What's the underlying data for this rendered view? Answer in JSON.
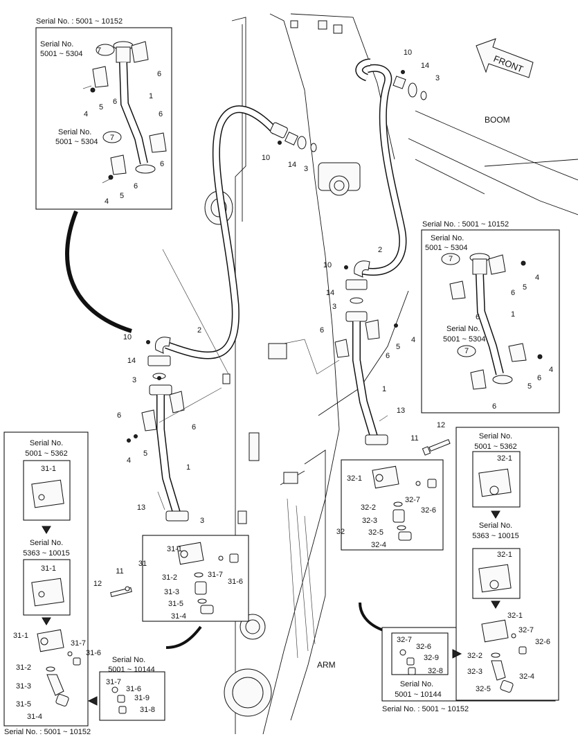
{
  "serial": {
    "top_left": "Serial No. : 5001 ~ 10152",
    "mid_right": "Serial No. : 5001 ~ 10152",
    "bottom_left": "Serial No. : 5001 ~ 10152",
    "bottom_right": "Serial No. : 5001 ~ 10152",
    "inset_a_line1": "Serial No.",
    "inset_a_line2": "5001 ~ 5304",
    "range_5362_line1": "Serial No.",
    "range_5362_line2": "5001 ~ 5362",
    "range_10015_line1": "Serial No.",
    "range_10015_line2": "5363 ~ 10015",
    "range_10144_line1": "Serial No.",
    "range_10144_line2": "5001 ~ 10144"
  },
  "labels": {
    "front": "FRONT",
    "boom": "BOOM",
    "arm": "ARM"
  },
  "parts": {
    "p1": "1",
    "p2": "2",
    "p3": "3",
    "p4": "4",
    "p5": "5",
    "p6": "6",
    "p7": "7",
    "p10": "10",
    "p11": "11",
    "p12": "12",
    "p13": "13",
    "p14": "14",
    "p31": "31",
    "p31_1": "31-1",
    "p31_2": "31-2",
    "p31_3": "31-3",
    "p31_4": "31-4",
    "p31_5": "31-5",
    "p31_6": "31-6",
    "p31_7": "31-7",
    "p31_8": "31-8",
    "p31_9": "31-9",
    "p32": "32",
    "p32_1": "32-1",
    "p32_2": "32-2",
    "p32_3": "32-3",
    "p32_4": "32-4",
    "p32_5": "32-5",
    "p32_6": "32-6",
    "p32_7": "32-7",
    "p32_8": "32-8",
    "p32_9": "32-9"
  }
}
